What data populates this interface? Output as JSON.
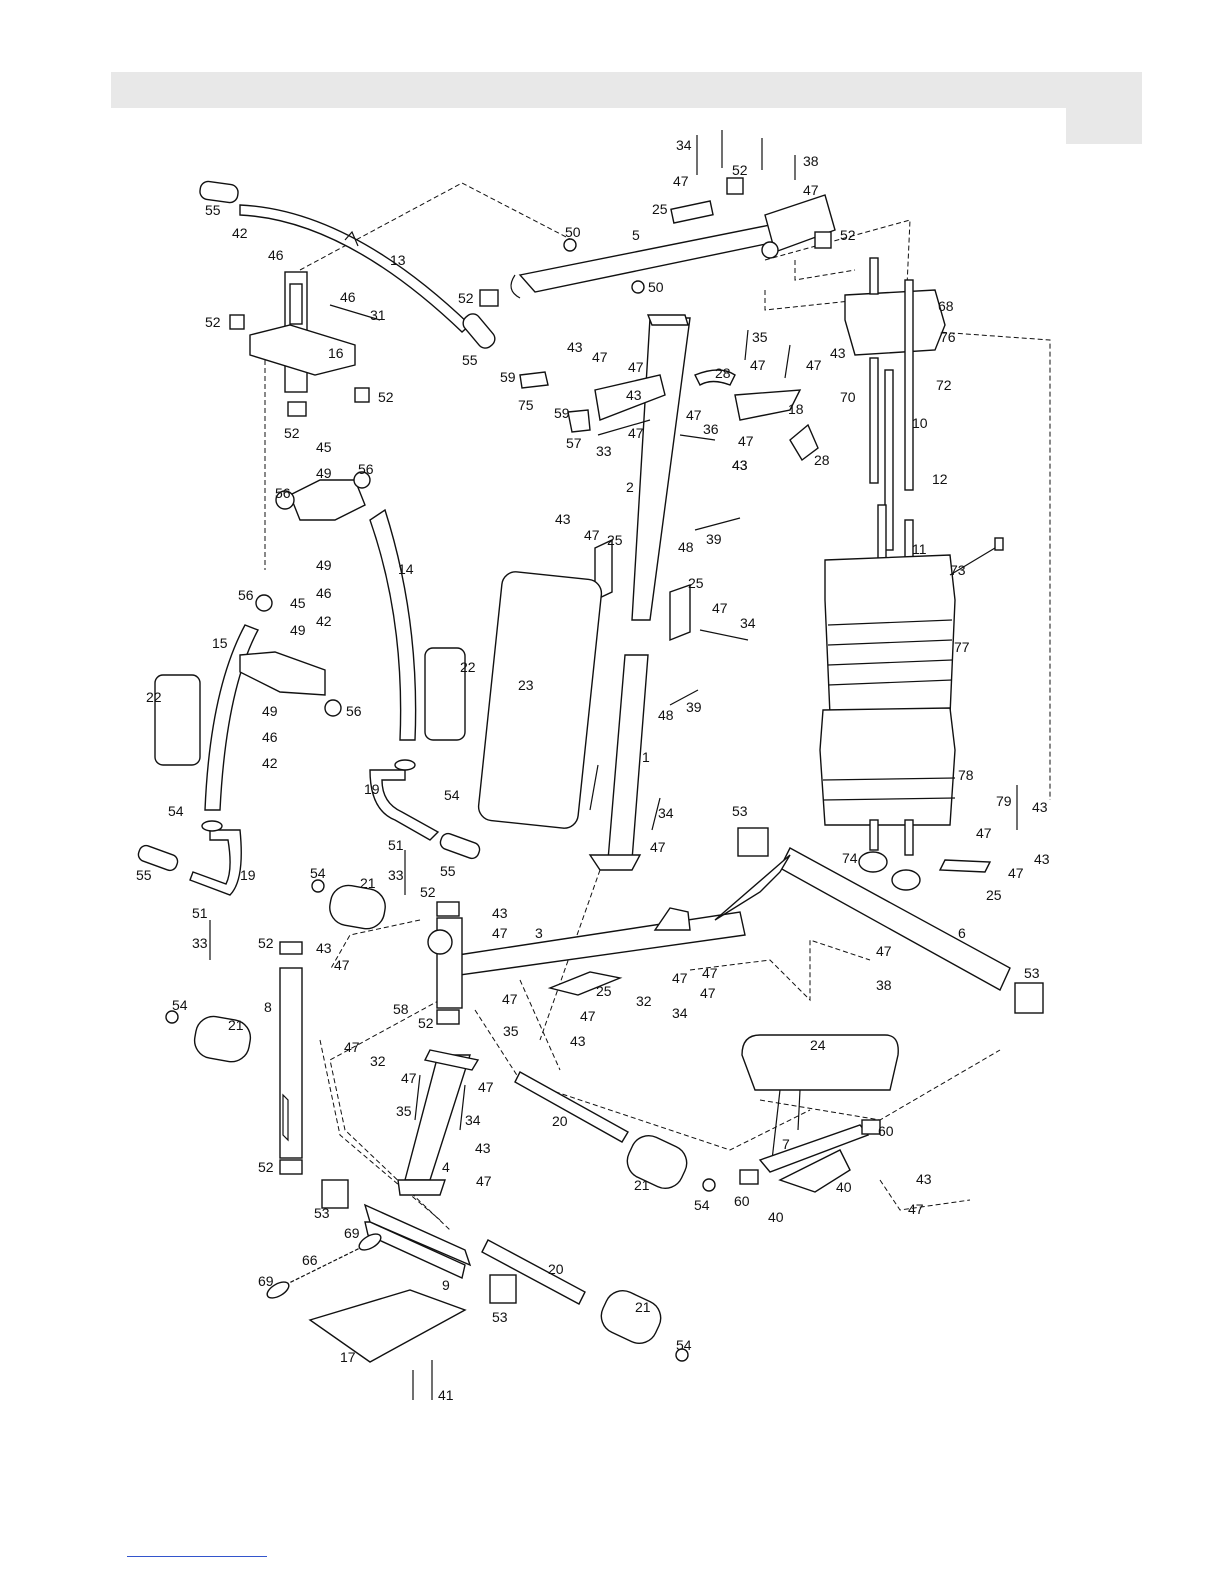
{
  "parts": [
    {
      "id": "55a",
      "label": "55"
    },
    {
      "id": "13",
      "label": "13"
    },
    {
      "id": "42a",
      "label": "42"
    },
    {
      "id": "46a",
      "label": "46"
    },
    {
      "id": "46b",
      "label": "46"
    },
    {
      "id": "31",
      "label": "31"
    },
    {
      "id": "52a",
      "label": "52"
    },
    {
      "id": "16",
      "label": "16"
    },
    {
      "id": "52b",
      "label": "52"
    },
    {
      "id": "52c",
      "label": "52"
    },
    {
      "id": "45a",
      "label": "45"
    },
    {
      "id": "49a",
      "label": "49"
    },
    {
      "id": "56a",
      "label": "56"
    },
    {
      "id": "56b",
      "label": "56"
    },
    {
      "id": "49b",
      "label": "49"
    },
    {
      "id": "46c",
      "label": "46"
    },
    {
      "id": "42b",
      "label": "42"
    },
    {
      "id": "14",
      "label": "14"
    },
    {
      "id": "56c",
      "label": "56"
    },
    {
      "id": "45b",
      "label": "45"
    },
    {
      "id": "49c",
      "label": "49"
    },
    {
      "id": "15",
      "label": "15"
    },
    {
      "id": "22a",
      "label": "22"
    },
    {
      "id": "22b",
      "label": "22"
    },
    {
      "id": "56d",
      "label": "56"
    },
    {
      "id": "49d",
      "label": "49"
    },
    {
      "id": "46d",
      "label": "46"
    },
    {
      "id": "42c",
      "label": "42"
    },
    {
      "id": "19a",
      "label": "19"
    },
    {
      "id": "54a",
      "label": "54"
    },
    {
      "id": "51a",
      "label": "51"
    },
    {
      "id": "33a",
      "label": "33"
    },
    {
      "id": "55b",
      "label": "55"
    },
    {
      "id": "54b",
      "label": "54"
    },
    {
      "id": "19b",
      "label": "19"
    },
    {
      "id": "55c",
      "label": "55"
    },
    {
      "id": "51b",
      "label": "51"
    },
    {
      "id": "33b",
      "label": "33"
    },
    {
      "id": "55d",
      "label": "55"
    },
    {
      "id": "34a",
      "label": "34"
    },
    {
      "id": "47a",
      "label": "47"
    },
    {
      "id": "25a",
      "label": "25"
    },
    {
      "id": "5",
      "label": "5"
    },
    {
      "id": "50a",
      "label": "50"
    },
    {
      "id": "50b",
      "label": "50"
    },
    {
      "id": "52d",
      "label": "52"
    },
    {
      "id": "52e",
      "label": "52"
    },
    {
      "id": "38a",
      "label": "38"
    },
    {
      "id": "47b",
      "label": "47"
    },
    {
      "id": "52f",
      "label": "52"
    },
    {
      "id": "68",
      "label": "68"
    },
    {
      "id": "76",
      "label": "76"
    },
    {
      "id": "72",
      "label": "72"
    },
    {
      "id": "70",
      "label": "70"
    },
    {
      "id": "10",
      "label": "10"
    },
    {
      "id": "12",
      "label": "12"
    },
    {
      "id": "11",
      "label": "11"
    },
    {
      "id": "73",
      "label": "73"
    },
    {
      "id": "77",
      "label": "77"
    },
    {
      "id": "78",
      "label": "78"
    },
    {
      "id": "47c",
      "label": "47"
    },
    {
      "id": "43a",
      "label": "43"
    },
    {
      "id": "35a",
      "label": "35"
    },
    {
      "id": "47d",
      "label": "47"
    },
    {
      "id": "47e",
      "label": "47"
    },
    {
      "id": "43b",
      "label": "43"
    },
    {
      "id": "59a",
      "label": "59"
    },
    {
      "id": "43c",
      "label": "43"
    },
    {
      "id": "47f",
      "label": "47"
    },
    {
      "id": "43d",
      "label": "43"
    },
    {
      "id": "28a",
      "label": "28"
    },
    {
      "id": "18",
      "label": "18"
    },
    {
      "id": "75",
      "label": "75"
    },
    {
      "id": "59b",
      "label": "59"
    },
    {
      "id": "57",
      "label": "57"
    },
    {
      "id": "33c",
      "label": "33"
    },
    {
      "id": "47g",
      "label": "47"
    },
    {
      "id": "47h",
      "label": "47"
    },
    {
      "id": "36",
      "label": "36"
    },
    {
      "id": "47i",
      "label": "47"
    },
    {
      "id": "43e",
      "label": "43"
    },
    {
      "id": "28b",
      "label": "28"
    },
    {
      "id": "2",
      "label": "2"
    },
    {
      "id": "43f",
      "label": "43"
    },
    {
      "id": "47j",
      "label": "47"
    },
    {
      "id": "25b",
      "label": "25"
    },
    {
      "id": "48a",
      "label": "48"
    },
    {
      "id": "39a",
      "label": "39"
    },
    {
      "id": "25c",
      "label": "25"
    },
    {
      "id": "47k",
      "label": "47"
    },
    {
      "id": "34b",
      "label": "34"
    },
    {
      "id": "23",
      "label": "23"
    },
    {
      "id": "48b",
      "label": "48"
    },
    {
      "id": "39b",
      "label": "39"
    },
    {
      "id": "1",
      "label": "1"
    },
    {
      "id": "34c",
      "label": "34"
    },
    {
      "id": "47l",
      "label": "47"
    },
    {
      "id": "53a",
      "label": "53"
    },
    {
      "id": "79",
      "label": "79"
    },
    {
      "id": "43g",
      "label": "43"
    },
    {
      "id": "47m",
      "label": "47"
    },
    {
      "id": "43h",
      "label": "43"
    },
    {
      "id": "74",
      "label": "74"
    },
    {
      "id": "47n",
      "label": "47"
    },
    {
      "id": "25d",
      "label": "25"
    },
    {
      "id": "6",
      "label": "6"
    },
    {
      "id": "47o",
      "label": "47"
    },
    {
      "id": "38b",
      "label": "38"
    },
    {
      "id": "53b",
      "label": "53"
    },
    {
      "id": "54c",
      "label": "54"
    },
    {
      "id": "21a",
      "label": "21"
    },
    {
      "id": "52g",
      "label": "52"
    },
    {
      "id": "43i",
      "label": "43"
    },
    {
      "id": "47p",
      "label": "47"
    },
    {
      "id": "3",
      "label": "3"
    },
    {
      "id": "52h",
      "label": "52"
    },
    {
      "id": "43j",
      "label": "43"
    },
    {
      "id": "47q",
      "label": "47"
    },
    {
      "id": "8",
      "label": "8"
    },
    {
      "id": "54d",
      "label": "54"
    },
    {
      "id": "21b",
      "label": "21"
    },
    {
      "id": "58",
      "label": "58"
    },
    {
      "id": "52i",
      "label": "52"
    },
    {
      "id": "47r",
      "label": "47"
    },
    {
      "id": "35b",
      "label": "35"
    },
    {
      "id": "47s",
      "label": "47"
    },
    {
      "id": "25e",
      "label": "25"
    },
    {
      "id": "47t",
      "label": "47"
    },
    {
      "id": "43k",
      "label": "43"
    },
    {
      "id": "47u",
      "label": "47"
    },
    {
      "id": "32a",
      "label": "32"
    },
    {
      "id": "32b",
      "label": "32"
    },
    {
      "id": "34d",
      "label": "34"
    },
    {
      "id": "47v",
      "label": "47"
    },
    {
      "id": "47w",
      "label": "47"
    },
    {
      "id": "24",
      "label": "24"
    },
    {
      "id": "47x",
      "label": "47"
    },
    {
      "id": "47y",
      "label": "47"
    },
    {
      "id": "35c",
      "label": "35"
    },
    {
      "id": "34e",
      "label": "34"
    },
    {
      "id": "43l",
      "label": "43"
    },
    {
      "id": "4",
      "label": "4"
    },
    {
      "id": "47z",
      "label": "47"
    },
    {
      "id": "20a",
      "label": "20"
    },
    {
      "id": "21c",
      "label": "21"
    },
    {
      "id": "54e",
      "label": "54"
    },
    {
      "id": "52j",
      "label": "52"
    },
    {
      "id": "60a",
      "label": "60"
    },
    {
      "id": "7",
      "label": "7"
    },
    {
      "id": "60b",
      "label": "60"
    },
    {
      "id": "40a",
      "label": "40"
    },
    {
      "id": "40b",
      "label": "40"
    },
    {
      "id": "43m",
      "label": "43"
    },
    {
      "id": "47aa",
      "label": "47"
    },
    {
      "id": "53c",
      "label": "53"
    },
    {
      "id": "69a",
      "label": "69"
    },
    {
      "id": "66",
      "label": "66"
    },
    {
      "id": "69b",
      "label": "69"
    },
    {
      "id": "9",
      "label": "9"
    },
    {
      "id": "20b",
      "label": "20"
    },
    {
      "id": "53d",
      "label": "53"
    },
    {
      "id": "21d",
      "label": "21"
    },
    {
      "id": "54f",
      "label": "54"
    },
    {
      "id": "17",
      "label": "17"
    },
    {
      "id": "41",
      "label": "41"
    }
  ]
}
